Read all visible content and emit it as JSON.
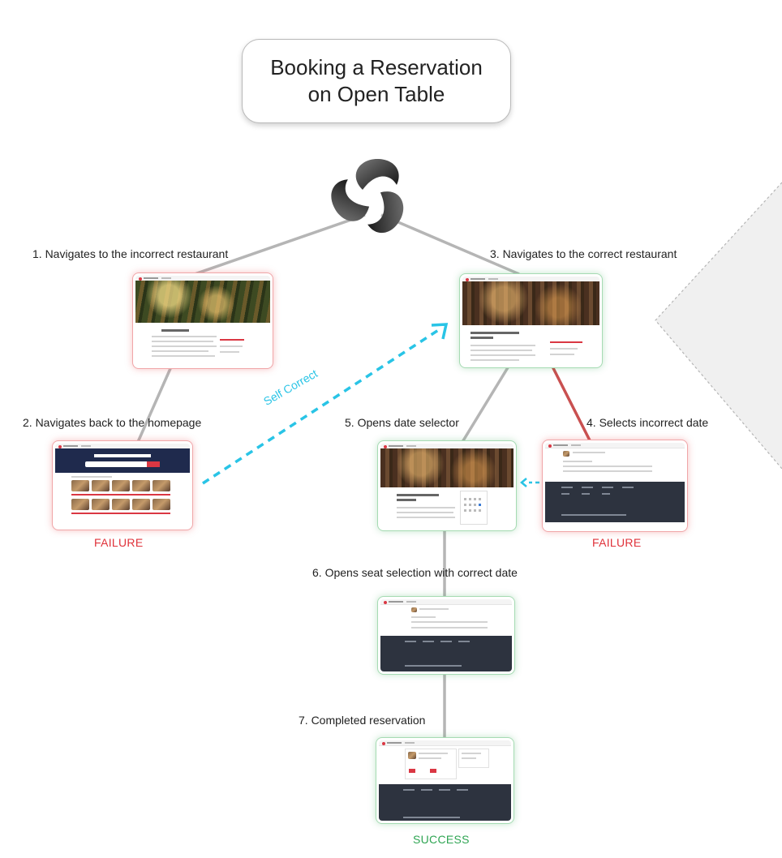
{
  "title": "Booking a Reservation\non Open Table",
  "steps": {
    "s1": "1. Navigates to the incorrect restaurant",
    "s2": "2. Navigates back to the homepage",
    "s3": "3. Navigates to the correct restaurant",
    "s4": "4. Selects incorrect date",
    "s5": "5. Opens date selector",
    "s6": "6. Opens seat selection with correct date",
    "s7": "7. Completed reservation"
  },
  "self_correct": "Self Correct",
  "status": {
    "failure_left": "FAILURE",
    "failure_right": "FAILURE",
    "success": "SUCCESS"
  },
  "colors": {
    "failure": "#e0323a",
    "success": "#2fa553",
    "self_correct_arrow": "#29c4e6",
    "edge_gray": "#b0b0b0",
    "edge_red": "#d24a4a"
  },
  "icons": [
    "agent-logo-icon"
  ]
}
